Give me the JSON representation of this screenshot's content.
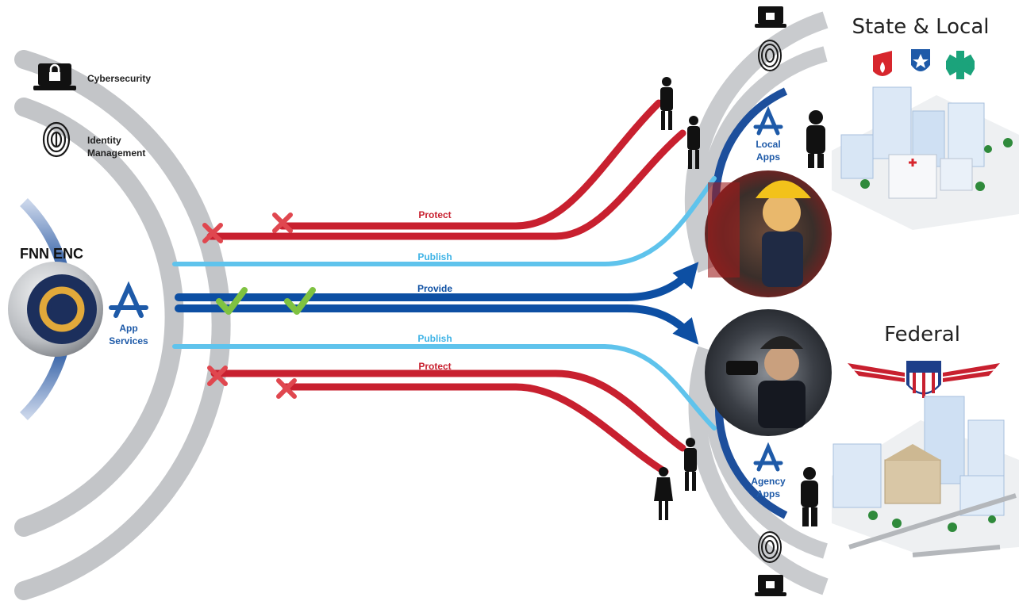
{
  "hub": {
    "title": "FNN ENC",
    "app_label_line1": "App",
    "app_label_line2": "Services"
  },
  "legend": {
    "cybersecurity": "Cybersecurity",
    "identity_line1": "Identity",
    "identity_line2": "Management"
  },
  "flows": {
    "protect_top": "Protect",
    "publish_top": "Publish",
    "provide": "Provide",
    "publish_bottom": "Publish",
    "protect_bottom": "Protect"
  },
  "state_local": {
    "title": "State & Local",
    "apps_line1": "Local",
    "apps_line2": "Apps"
  },
  "federal": {
    "title": "Federal",
    "apps_line1": "Agency",
    "apps_line2": "Apps"
  },
  "colors": {
    "protect": "#c8202f",
    "publish": "#5fc3ec",
    "provide": "#0d4fa3",
    "ring": "#c3c5c8",
    "label_blue": "#1e5aa8",
    "check": "#7fc241"
  },
  "icons": [
    "lock-laptop-icon",
    "fingerprint-icon",
    "app-store-icon",
    "fire-shield-icon",
    "police-badge-icon",
    "medical-star-icon",
    "federal-eagle-shield-icon"
  ]
}
